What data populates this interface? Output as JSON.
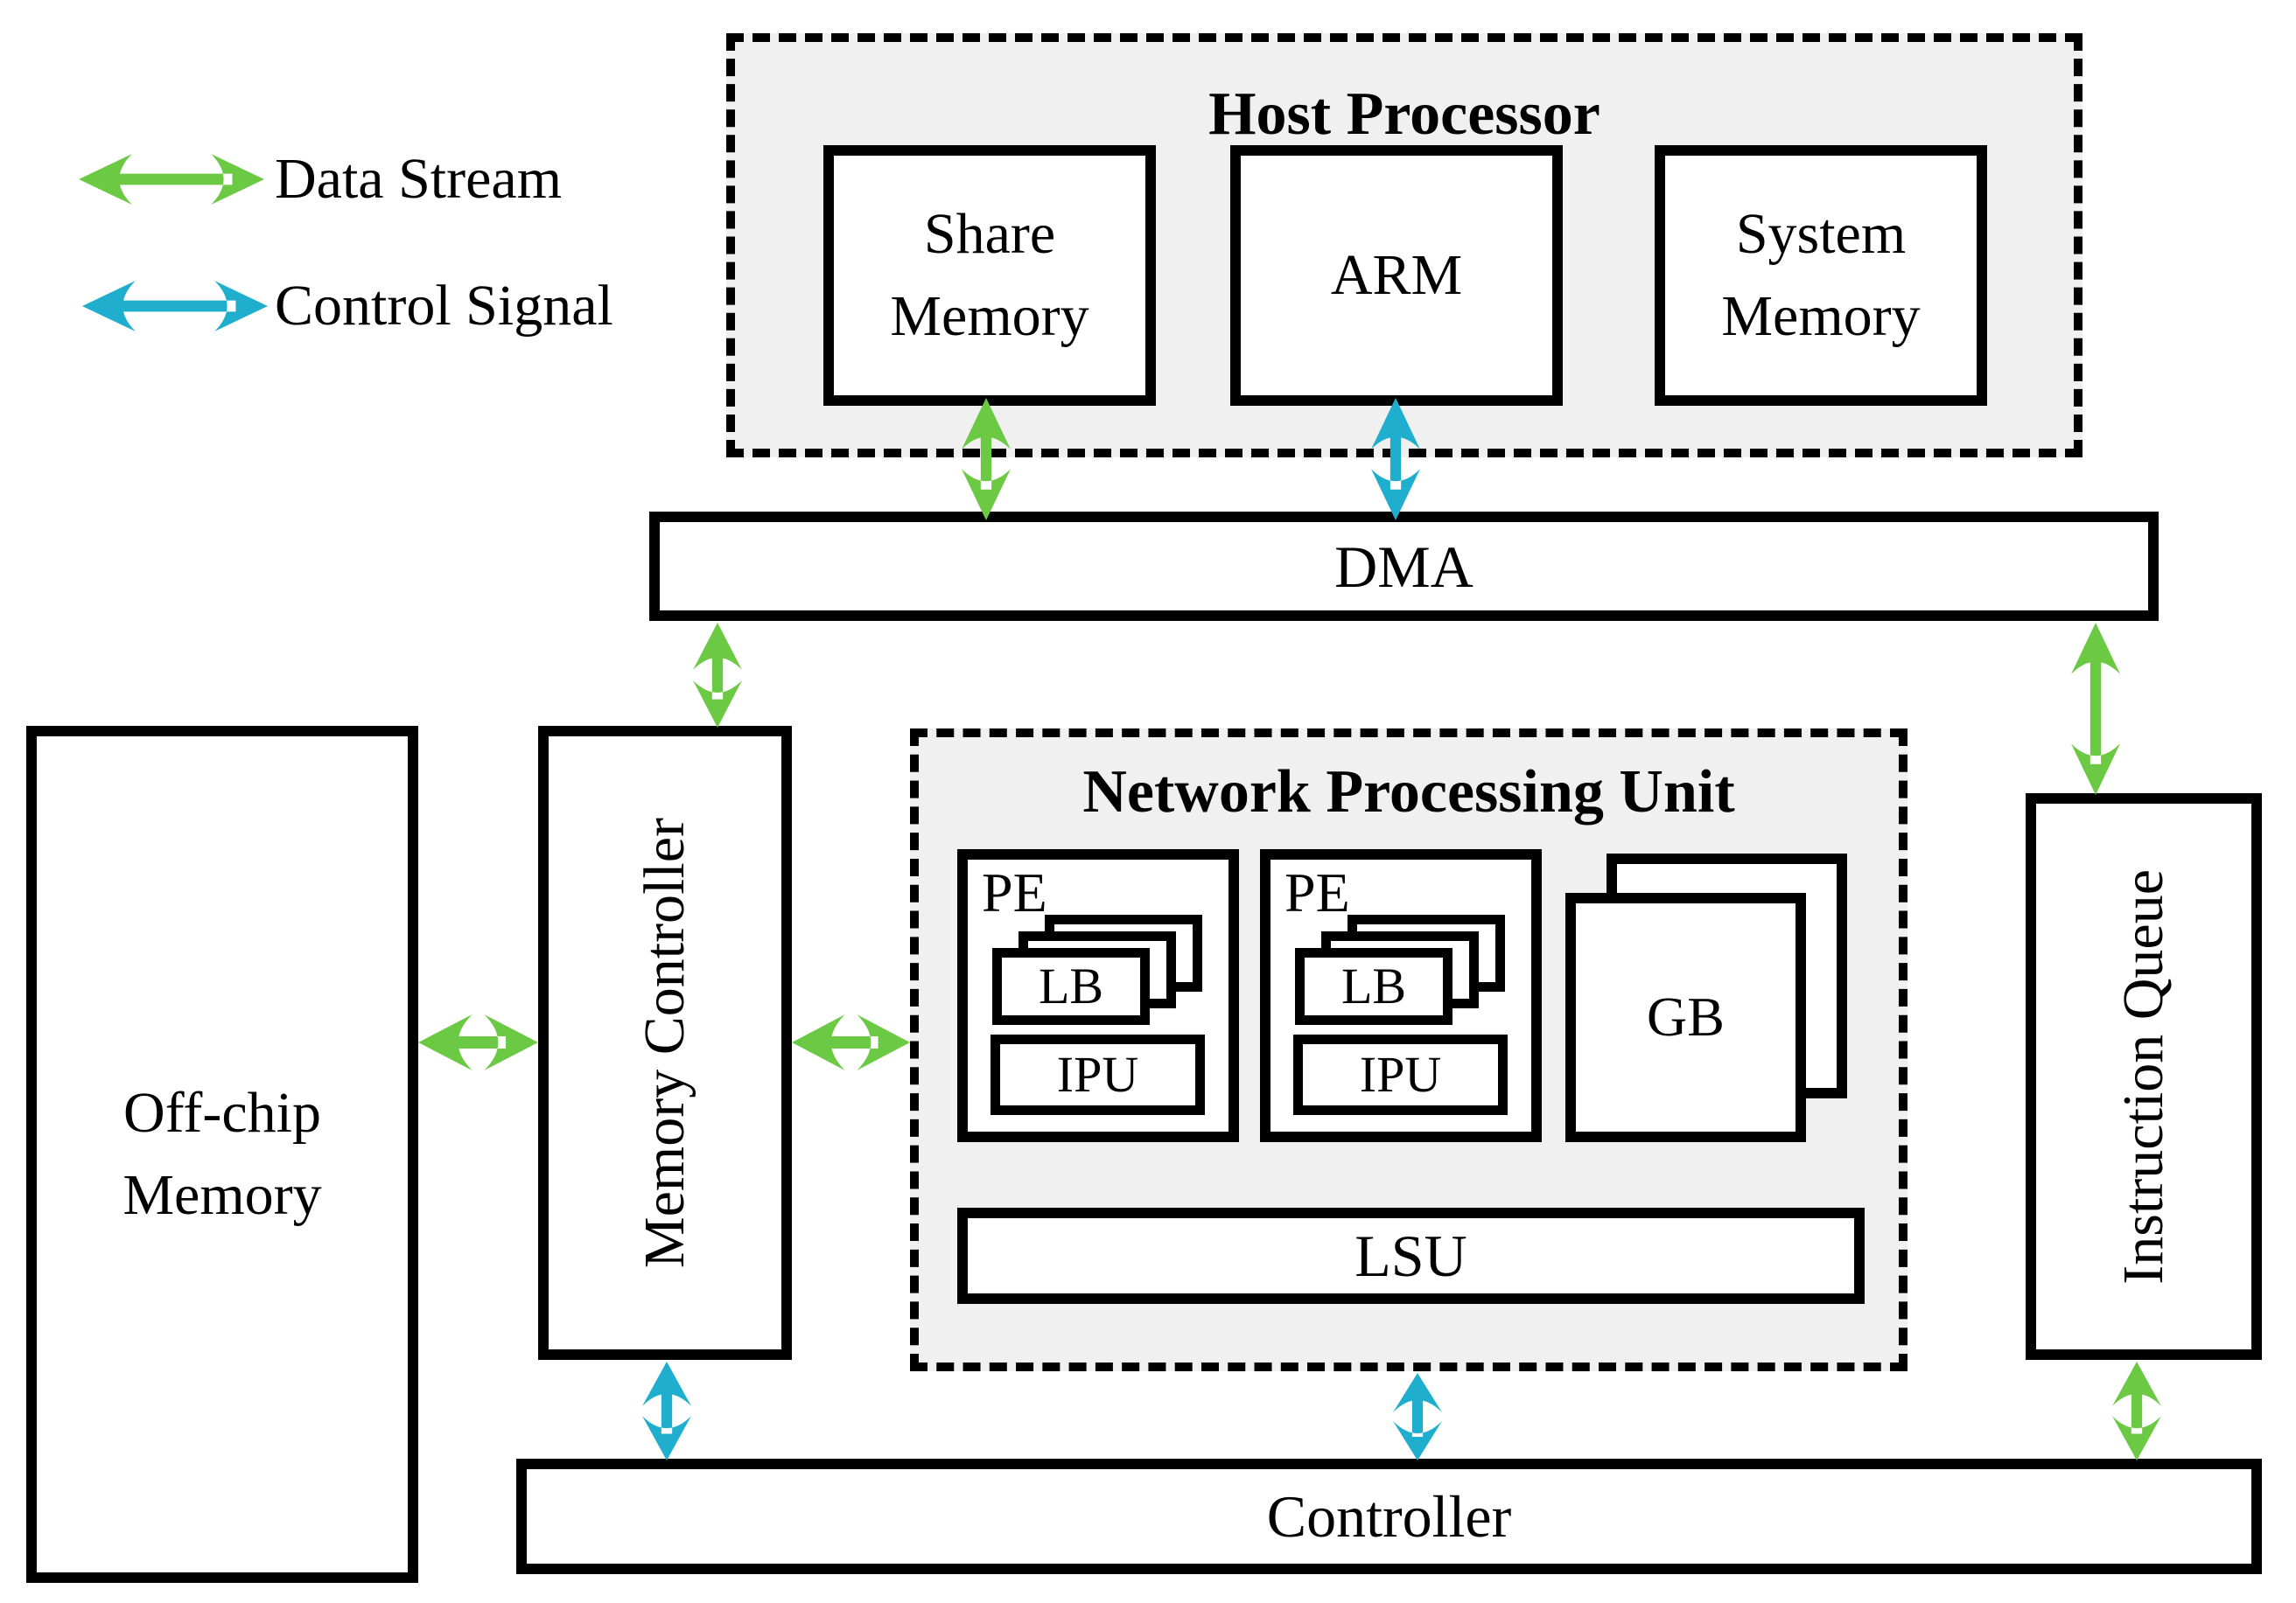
{
  "legend": {
    "items": [
      {
        "label": "Data Stream",
        "type": "data"
      },
      {
        "label": "Control Signal",
        "type": "control"
      }
    ],
    "data_stream_color": "#6CC944",
    "control_signal_color": "#1FAECD"
  },
  "host_processor": {
    "title": "Host Processor",
    "modules": [
      "Share Memory",
      "ARM",
      "System Memory"
    ]
  },
  "dma": {
    "label": "DMA"
  },
  "off_chip_memory": {
    "label": "Off-chip Memory"
  },
  "memory_controller": {
    "label": "Memory Controller"
  },
  "npu": {
    "title": "Network Processing Unit",
    "pe_label": "PE",
    "lb_label": "LB",
    "ipu_label": "IPU",
    "gb_label": "GB",
    "lsu_label": "LSU"
  },
  "instruction_queue": {
    "label": "Instruction Queue"
  },
  "controller": {
    "label": "Controller"
  },
  "connections": [
    {
      "from": "Share Memory",
      "to": "DMA",
      "type": "data"
    },
    {
      "from": "ARM",
      "to": "DMA",
      "type": "control"
    },
    {
      "from": "DMA",
      "to": "Memory Controller",
      "type": "data"
    },
    {
      "from": "DMA",
      "to": "Instruction Queue",
      "type": "data"
    },
    {
      "from": "Off-chip Memory",
      "to": "Memory Controller",
      "type": "data"
    },
    {
      "from": "Memory Controller",
      "to": "Network Processing Unit",
      "type": "data"
    },
    {
      "from": "Memory Controller",
      "to": "Controller",
      "type": "control"
    },
    {
      "from": "Network Processing Unit",
      "to": "Controller",
      "type": "control"
    },
    {
      "from": "Instruction Queue",
      "to": "Controller",
      "type": "data"
    }
  ]
}
